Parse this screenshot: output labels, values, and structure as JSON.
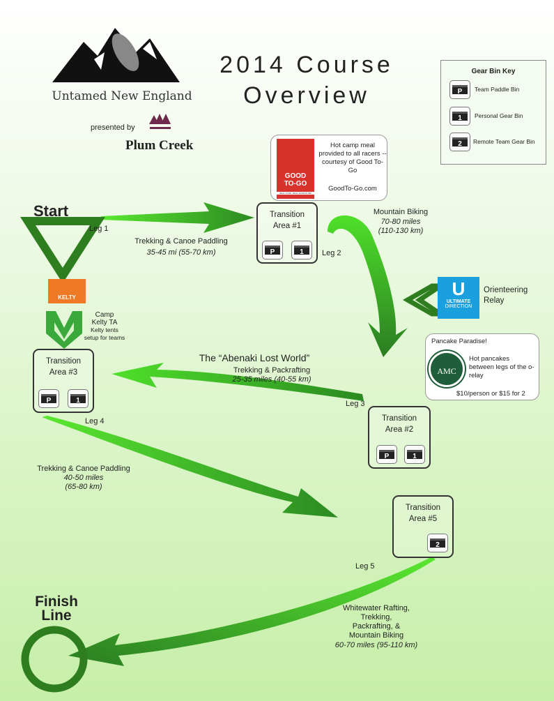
{
  "header": {
    "logo_text": "Untamed New England",
    "presented_by": "presented by",
    "sponsor": "Plum Creek",
    "title_line1": "2014 Course",
    "title_line2": "Overview"
  },
  "gear_key": {
    "title": "Gear Bin Key",
    "items": [
      {
        "symbol": "P",
        "label": "Team Paddle Bin"
      },
      {
        "symbol": "1",
        "label": "Personal Gear Bin"
      },
      {
        "symbol": "2",
        "label": "Remote Team Gear Bin"
      }
    ]
  },
  "good_to_go": {
    "logo_line1": "GOOD",
    "logo_line2": "TO-GO",
    "logo_tagline": "REAL FOOD. REAL ADVENTURE",
    "text": "Hot camp meal provided to all racers -- courtesy of Good To-Go",
    "url": "GoodTo-Go.com"
  },
  "start": {
    "label": "Start"
  },
  "finish": {
    "label_line1": "Finish",
    "label_line2": "Line"
  },
  "transitions": [
    {
      "line1": "Transition",
      "line2": "Area #1",
      "bins": [
        "P",
        "1"
      ]
    },
    {
      "line1": "Transition",
      "line2": "Area #2",
      "bins": [
        "P",
        "1"
      ]
    },
    {
      "line1": "Transition",
      "line2": "Area #3",
      "bins": [
        "P",
        "1"
      ]
    },
    {
      "line1": "Transition",
      "line2": "Area #5",
      "bins": [
        "2"
      ]
    }
  ],
  "legs": {
    "leg1": {
      "name": "Leg 1",
      "activity": "Trekking & Canoe Paddling",
      "distance": "35-45 mi (55-70 km)"
    },
    "leg2": {
      "name": "Leg 2",
      "activity": "Mountain Biking",
      "distance1": "70-80 miles",
      "distance2": "(110-130 km)"
    },
    "leg3": {
      "name": "Leg 3",
      "heading": "The “Abenaki Lost World”",
      "activity": "Trekking & Packrafting",
      "distance": "25-35 miles (40-55 km)"
    },
    "leg4": {
      "name": "Leg 4",
      "activity": "Trekking & Canoe Paddling",
      "distance1": "40-50 miles",
      "distance2": "(65-80 km)"
    },
    "leg5": {
      "name": "Leg 5",
      "activity_lines": [
        "Whitewater Rafting,",
        "Trekking,",
        "Packrafting, &",
        "Mountain Biking"
      ],
      "distance": "60-70 miles (95-110 km)"
    }
  },
  "orienteering": {
    "line1": "Orienteering",
    "line2": "Relay",
    "logo_line1": "ULTIMATE",
    "logo_line2": "DIRECTION"
  },
  "pancake": {
    "title": "Pancake Paradise!",
    "text": "Hot pancakes between legs of the o-relay",
    "price": "$10/person or $15 for 2",
    "logo_letters": "AMC"
  },
  "kelty": {
    "logo": "KELTY",
    "line1": "Camp",
    "line2": "Kelty TA",
    "line3": "Kelty tents",
    "line4": "setup for teams"
  },
  "colors": {
    "arrow_light": "#4fe02a",
    "arrow_dark": "#2a7d22",
    "marker": "#2e7d1f",
    "good_to_go": "#d8322c",
    "ud_blue": "#1ba0df",
    "kelty_orange": "#ef7a25",
    "plum": "#6e2a4a"
  }
}
